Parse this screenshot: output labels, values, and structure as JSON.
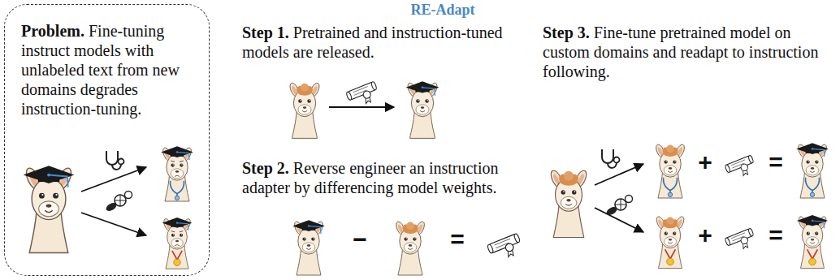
{
  "diagram": {
    "title": "RE-Adapt",
    "nodes": [
      {
        "text": [
          "Problem.",
          "Fine-tuning instruct models with unlabeled text from new domains degrades instruction-tuning."
        ]
      }
    ],
    "labels": [
      "Step 1.",
      "Pretrained and instruction-tuned models are released.",
      "Step 2.",
      "Reverse engineer an instruction adapter by differencing model weights.",
      "Step 3.",
      "Fine-tune pretrained model on custom domains and readapt to instruction following.",
      "−",
      "=",
      "+",
      "=",
      "+",
      "="
    ]
  }
}
